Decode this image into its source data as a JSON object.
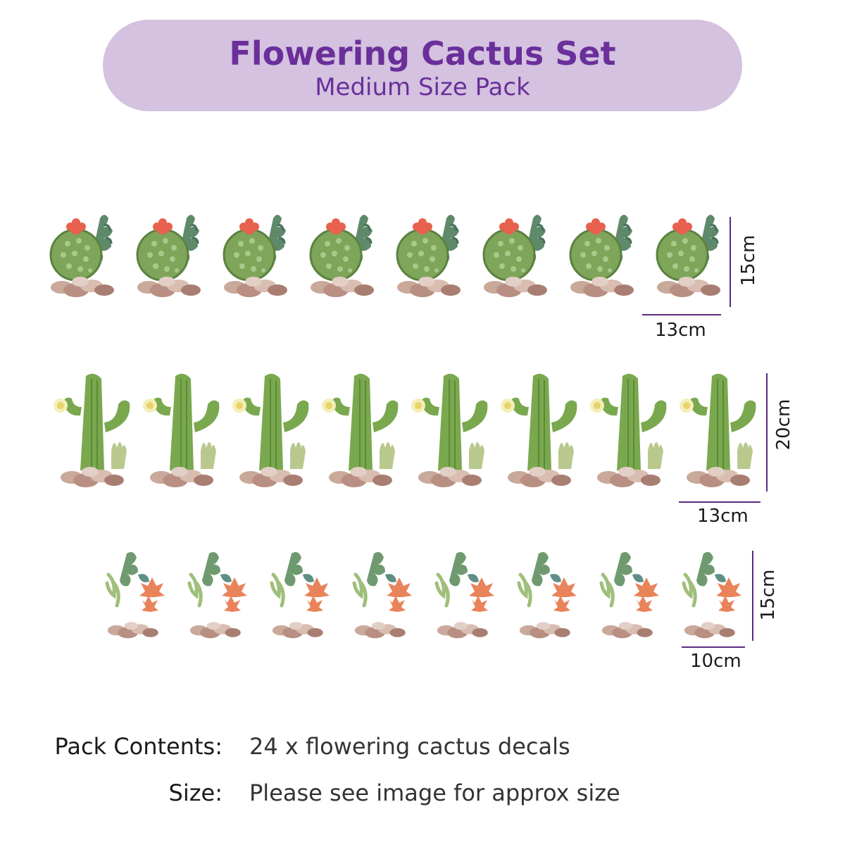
{
  "header": {
    "title": "Flowering Cactus Set",
    "subtitle": "Medium Size Pack",
    "background_color": "#d4c2e0",
    "text_color": "#6a2f9a"
  },
  "rows": [
    {
      "name": "barrel-cactus-row",
      "icon": "barrel-cactus-icon",
      "count": 8,
      "height_label": "15cm",
      "width_label": "13cm"
    },
    {
      "name": "saguaro-cactus-row",
      "icon": "saguaro-cactus-icon",
      "count": 8,
      "height_label": "20cm",
      "width_label": "13cm"
    },
    {
      "name": "succulent-row",
      "icon": "succulent-icon",
      "count": 8,
      "height_label": "15cm",
      "width_label": "10cm"
    }
  ],
  "dimension_line_color": "#5a2a80",
  "info": {
    "pack_contents_label": "Pack Contents:",
    "pack_contents_value": "24 x flowering cactus decals",
    "size_label": "Size:",
    "size_value": "Please see image for approx size"
  }
}
